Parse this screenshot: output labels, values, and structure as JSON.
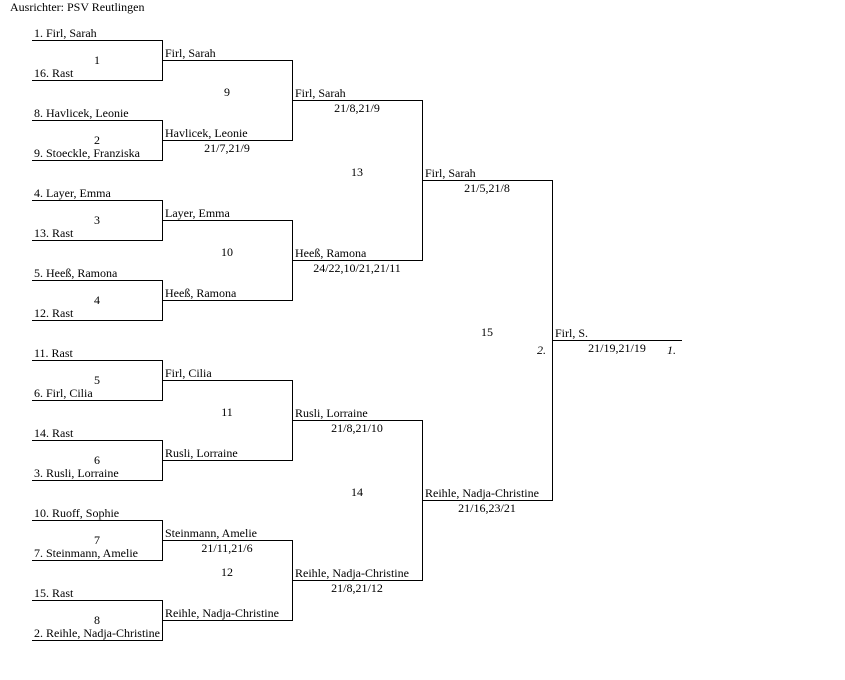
{
  "header": {
    "organizer": "Ausrichter: PSV Reutlingen"
  },
  "round1": [
    {
      "number": "1",
      "top": "1. Firl, Sarah",
      "bottom": "16. Rast"
    },
    {
      "number": "2",
      "top": "8. Havlicek, Leonie",
      "bottom": "9. Stoeckle, Franziska"
    },
    {
      "number": "3",
      "top": "4. Layer, Emma",
      "bottom": "13. Rast"
    },
    {
      "number": "4",
      "top": "5. Heeß, Ramona",
      "bottom": "12. Rast"
    },
    {
      "number": "5",
      "top": "11. Rast",
      "bottom": "6. Firl, Cilia"
    },
    {
      "number": "6",
      "top": "14. Rast",
      "bottom": "3. Rusli, Lorraine"
    },
    {
      "number": "7",
      "top": "10. Ruoff, Sophie",
      "bottom": "7. Steinmann, Amelie"
    },
    {
      "number": "8",
      "top": "15. Rast",
      "bottom": "2. Reihle, Nadja-Christine"
    }
  ],
  "round2": [
    {
      "name": "Firl, Sarah",
      "score": ""
    },
    {
      "name": "Havlicek, Leonie",
      "score": "21/7,21/9"
    },
    {
      "name": "Layer, Emma",
      "score": ""
    },
    {
      "name": "Heeß, Ramona",
      "score": ""
    },
    {
      "name": "Firl, Cilia",
      "score": ""
    },
    {
      "name": "Rusli, Lorraine",
      "score": ""
    },
    {
      "name": "Steinmann, Amelie",
      "score": "21/11,21/6"
    },
    {
      "name": "Reihle, Nadja-Christine",
      "score": ""
    }
  ],
  "round2_numbers": [
    "9",
    "10",
    "11",
    "12"
  ],
  "round3": [
    {
      "name": "Firl, Sarah",
      "score": "21/8,21/9"
    },
    {
      "name": "Heeß, Ramona",
      "score": "24/22,10/21,21/11"
    },
    {
      "name": "Rusli, Lorraine",
      "score": "21/8,21/10"
    },
    {
      "name": "Reihle, Nadja-Christine",
      "score": "21/8,21/12"
    }
  ],
  "round3_numbers": [
    "13",
    "14"
  ],
  "round4": [
    {
      "name": "Firl, Sarah",
      "score": "21/5,21/8"
    },
    {
      "name": "Reihle, Nadja-Christine",
      "score": "21/16,23/21"
    }
  ],
  "final": {
    "number": "15",
    "winner": "Firl, S.",
    "score": "21/19,21/19",
    "second_place": "2.",
    "first_place": "1."
  }
}
